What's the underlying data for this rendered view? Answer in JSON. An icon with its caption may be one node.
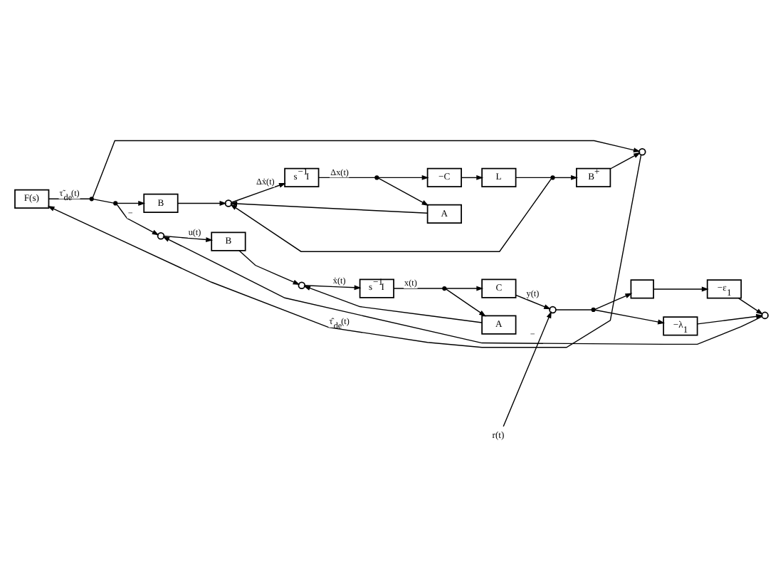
{
  "diagram": {
    "nodes": [
      {
        "text": [
          "F(s)"
        ]
      },
      {
        "text": [],
        "shape": "circle"
      },
      {
        "text": [],
        "shape": "dot"
      },
      {
        "text": [],
        "shape": "dot"
      },
      {
        "text": [
          "B"
        ]
      },
      {
        "text": [],
        "shape": "circle"
      },
      {
        "text": [
          "s$^{−1}$I"
        ]
      },
      {
        "text": [],
        "shape": "dot"
      },
      {
        "text": [
          "−C"
        ]
      },
      {
        "text": [
          "A"
        ]
      },
      {
        "text": [
          "L"
        ]
      },
      {
        "text": [],
        "shape": "dot"
      },
      {
        "text": [
          "B$^{+}$"
        ]
      },
      {
        "text": [],
        "shape": "circle"
      },
      {
        "text": [
          "B"
        ]
      },
      {
        "text": [],
        "shape": "circle"
      },
      {
        "text": [
          "s$^{−1}$I"
        ]
      },
      {
        "text": [],
        "shape": "dot"
      },
      {
        "text": [
          "C"
        ]
      },
      {
        "text": [
          "A"
        ]
      },
      {
        "text": [
          "r(t)"
        ]
      },
      {
        "text": [],
        "shape": "circle"
      },
      {
        "text": [],
        "shape": "dot"
      },
      {
        "text": [],
        "shape": "box"
      },
      {
        "text": [
          "−ε$_{1}$"
        ]
      },
      {
        "text": [
          "−λ$_{1}$"
        ]
      },
      {
        "text": [],
        "shape": "circle"
      }
    ],
    "edges": [
      {
        "from": 0,
        "to": 2,
        "arrow": "none",
        "label": "τ̃$_{de}$(t)"
      },
      {
        "from": 2,
        "to": 1,
        "arrow": "to"
      },
      {
        "from": 2,
        "to": 3,
        "arrow": "none"
      },
      {
        "from": 3,
        "to": 4,
        "arrow": "to"
      },
      {
        "from": 3,
        "to": 13,
        "arrow": "to",
        "label": "−"
      },
      {
        "from": 4,
        "to": 5,
        "arrow": "to"
      },
      {
        "from": 5,
        "to": 6,
        "arrow": "to",
        "label": "Δẋ(t)"
      },
      {
        "from": 6,
        "to": 7,
        "arrow": "none",
        "label": "Δx(t)"
      },
      {
        "from": 7,
        "to": 8,
        "arrow": "to"
      },
      {
        "from": 7,
        "to": 9,
        "arrow": "to"
      },
      {
        "from": 9,
        "to": 5,
        "arrow": "to"
      },
      {
        "from": 8,
        "to": 10,
        "arrow": "to"
      },
      {
        "from": 10,
        "to": 11,
        "arrow": "none"
      },
      {
        "from": 11,
        "to": 5,
        "arrow": "to"
      },
      {
        "from": 11,
        "to": 12,
        "arrow": "to"
      },
      {
        "from": 12,
        "to": 1,
        "arrow": "to"
      },
      {
        "from": 1,
        "to": 0,
        "arrow": "to",
        "label": "τ̂$_{de}$(t)"
      },
      {
        "from": 13,
        "to": 14,
        "arrow": "to",
        "label": "u(t)"
      },
      {
        "from": 14,
        "to": 15,
        "arrow": "to"
      },
      {
        "from": 15,
        "to": 16,
        "arrow": "to",
        "label": "ẋ(t)"
      },
      {
        "from": 16,
        "to": 17,
        "arrow": "none",
        "label": "x(t)"
      },
      {
        "from": 17,
        "to": 18,
        "arrow": "to"
      },
      {
        "from": 17,
        "to": 19,
        "arrow": "to"
      },
      {
        "from": 19,
        "to": 15,
        "arrow": "to"
      },
      {
        "from": 18,
        "to": 21,
        "arrow": "to",
        "label": "y(t)"
      },
      {
        "from": 20,
        "to": 21,
        "arrow": "to",
        "label": "−"
      },
      {
        "from": 21,
        "to": 22,
        "arrow": "none"
      },
      {
        "from": 22,
        "to": 23,
        "arrow": "to"
      },
      {
        "from": 23,
        "to": 24,
        "arrow": "to"
      },
      {
        "from": 24,
        "to": 26,
        "arrow": "to"
      },
      {
        "from": 22,
        "to": 25,
        "arrow": "to"
      },
      {
        "from": 25,
        "to": 26,
        "arrow": "to"
      },
      {
        "from": 26,
        "to": 13,
        "arrow": "to"
      }
    ]
  }
}
